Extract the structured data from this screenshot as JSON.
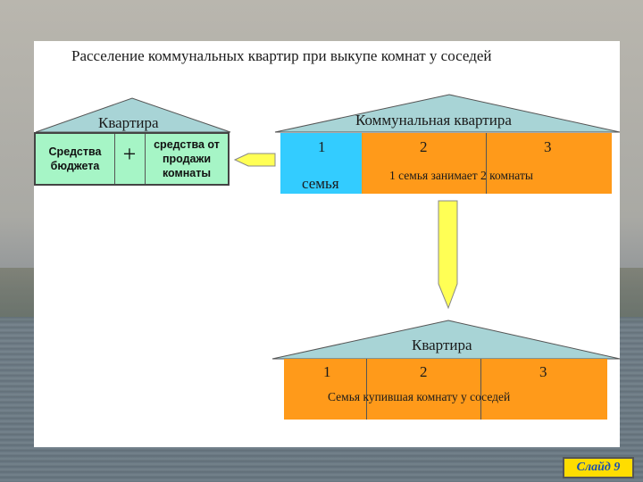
{
  "title": "Расселение коммунальных квартир при выкупе комнат у соседей",
  "apartment_left": {
    "roof_label": "Квартира",
    "budget_label": "Средства бюджета",
    "plus": "+",
    "sale_label": "средства от продажи комнаты"
  },
  "communal": {
    "roof_label": "Коммунальная квартира",
    "room1": "1",
    "room1_caption": "семья",
    "room2": "2",
    "room3": "3",
    "caption": "1 семья занимает 2 комнаты"
  },
  "result": {
    "roof_label": "Квартира",
    "room1": "1",
    "room2": "2",
    "room3": "3",
    "caption": "Семья купившая комнату у соседей"
  },
  "slide_label": "Слайд 9",
  "colors": {
    "green": "#a6f5c6",
    "cyan": "#33ccff",
    "orange": "#ff9a1a",
    "roof": "#a8d4d6",
    "arrow": "#ffff55",
    "badge": "#ffdd00"
  }
}
